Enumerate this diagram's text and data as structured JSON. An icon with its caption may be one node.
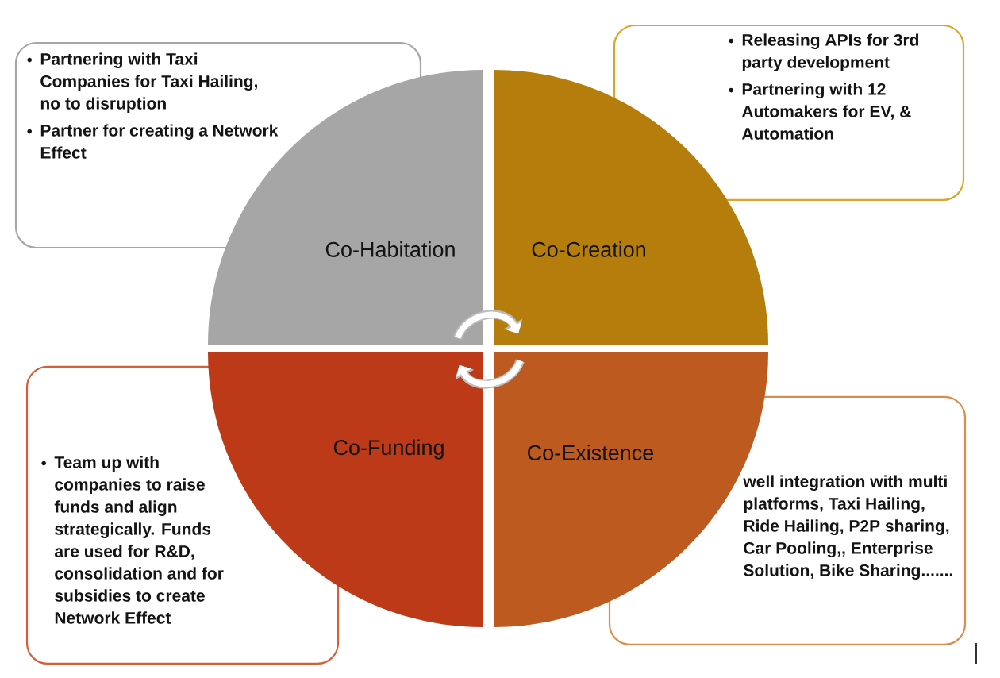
{
  "diagram": {
    "nodes": [
      {
        "text": [
          "Partnering with Taxi Companies for Taxi Hailing, no to disruption",
          "Partner for creating a Network Effect"
        ]
      },
      {
        "text": [
          "Releasing APIs for 3rd party development",
          "Partnering with 12 Automakers for EV, & Automation"
        ]
      },
      {
        "text": [
          "Co-Habitation"
        ]
      },
      {
        "text": [
          "Co-Creation"
        ]
      },
      {
        "text": [
          "Co-Funding"
        ]
      },
      {
        "text": [
          "Co-Existence"
        ]
      },
      {
        "text": [
          "Team up with companies to raise funds and align strategically. Funds are used for R&D, consolidation and for subsidies to create Network Effect"
        ]
      },
      {
        "text": [
          "well integration with multi platforms, Taxi Hailing, Ride Hailing, P2P sharing, Car Pooling,, Enterprise Solution, Bike Sharing......."
        ]
      }
    ],
    "edges": [
      {
        "from": 2,
        "to": 3,
        "arrow": "to"
      },
      {
        "from": 5,
        "to": 4,
        "arrow": "to"
      }
    ]
  }
}
